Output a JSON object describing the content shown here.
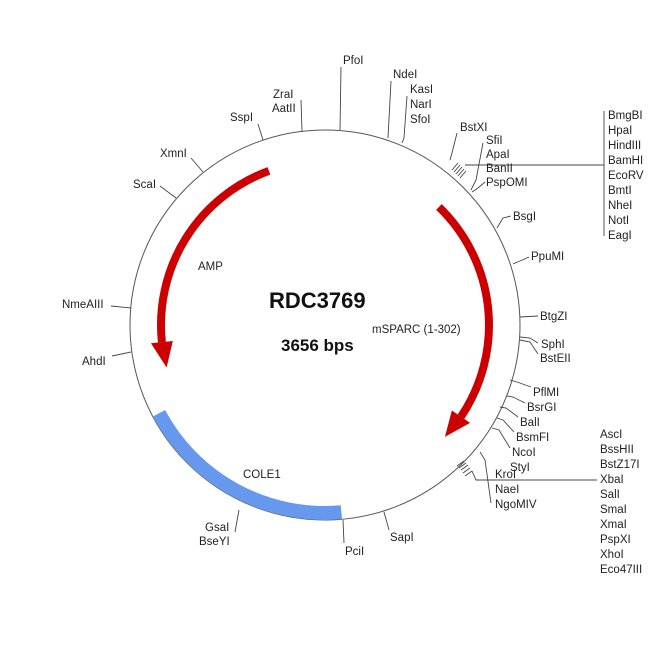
{
  "plasmid": {
    "name": "RDC3769",
    "size_label": "3656 bps"
  },
  "colors": {
    "circle": "#555555",
    "resistance": "#cc0000",
    "origin": "#6699ee"
  },
  "features": [
    {
      "label": "AMP",
      "type": "arrow",
      "direction": "counterclockwise"
    },
    {
      "label": "mSPARC (1-302)",
      "type": "arrow",
      "direction": "clockwise"
    },
    {
      "label": "COLE1",
      "type": "origin"
    }
  ],
  "sites": {
    "PfoI": "PfoI",
    "NdeI": "NdeI",
    "KasI": "KasI",
    "NarI": "NarI",
    "SfoI": "SfoI",
    "ZraI": "ZraI",
    "AatII": "AatII",
    "SspI": "SspI",
    "XmnI": "XmnI",
    "ScaI": "ScaI",
    "NmeAIII": "NmeAIII",
    "AhdI": "AhdI",
    "GsaI": "GsaI",
    "BseYI": "BseYI",
    "PciI": "PciI",
    "SapI": "SapI",
    "BstXI": "BstXI",
    "SfiI": "SfiI",
    "ApaI": "ApaI",
    "BanII": "BanII",
    "PspOMI": "PspOMI",
    "BsgI": "BsgI",
    "PpuMI": "PpuMI",
    "BtgZI": "BtgZI",
    "SphI": "SphI",
    "BstEII": "BstEII",
    "PflMI": "PflMI",
    "BsrGI": "BsrGI",
    "BalI": "BalI",
    "BsmFI": "BsmFI",
    "NcoI": "NcoI",
    "StyI": "StyI",
    "KroI": "KroI",
    "NaeI": "NaeI",
    "NgoMIV": "NgoMIV"
  },
  "mcs1": [
    "BmgBI",
    "HpaI",
    "HindIII",
    "BamHI",
    "EcoRV",
    "BmtI",
    "NheI",
    "NotI",
    "EagI"
  ],
  "mcs2": [
    "AscI",
    "BssHII",
    "BstZ17I",
    "XbaI",
    "SalI",
    "SmaI",
    "XmaI",
    "PspXI",
    "XhoI",
    "Eco47III"
  ]
}
